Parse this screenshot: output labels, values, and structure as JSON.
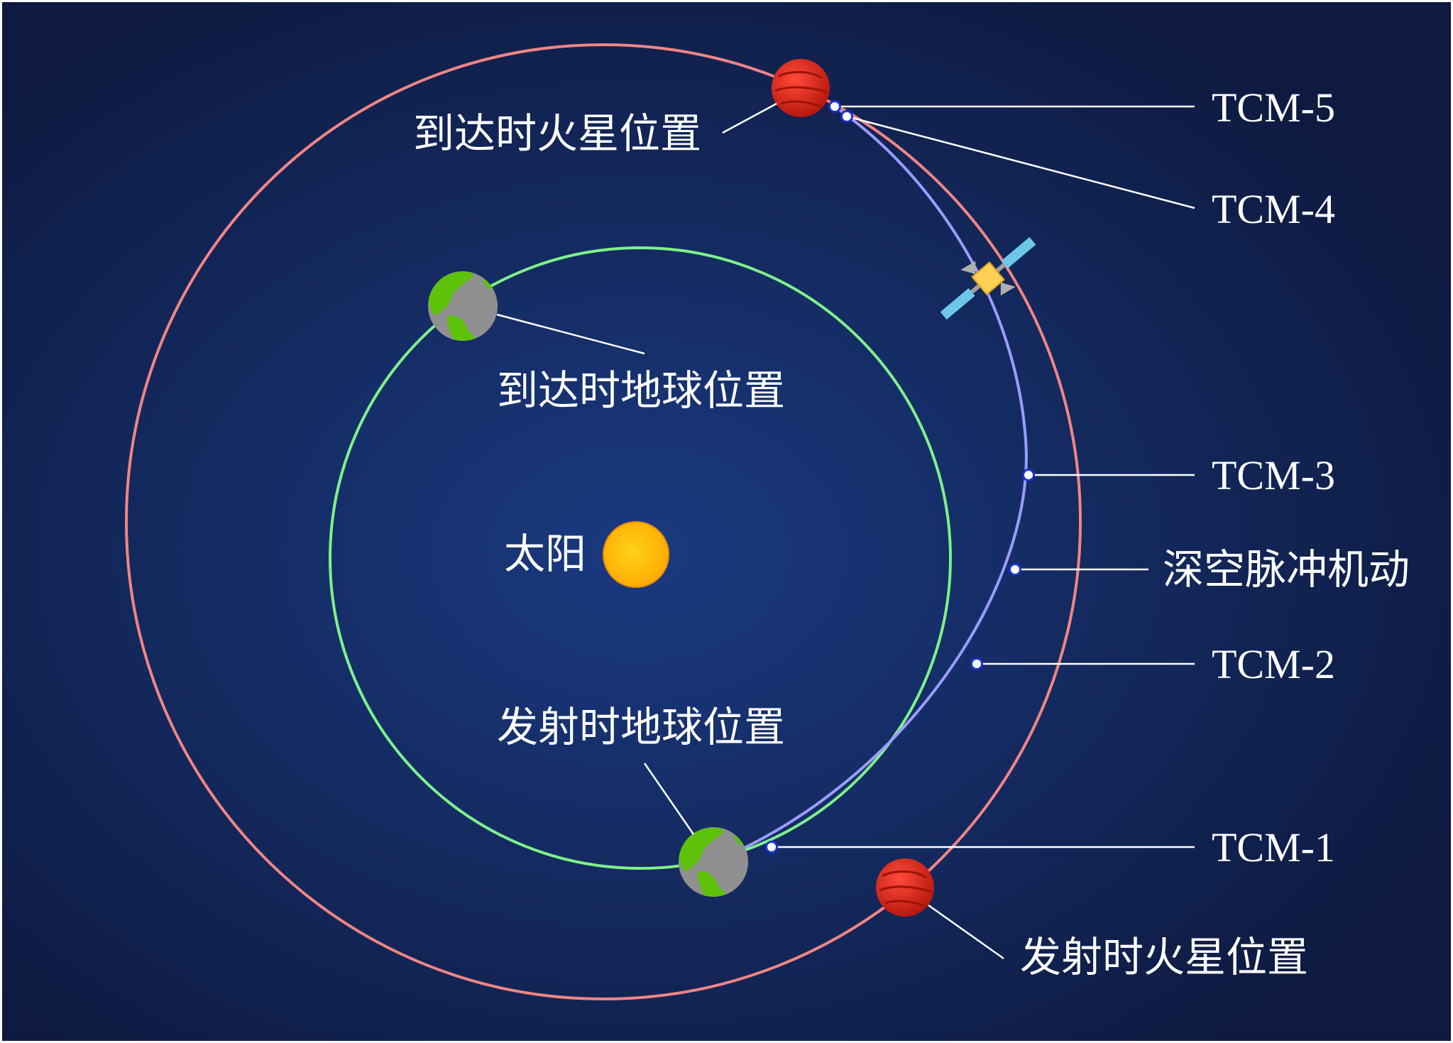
{
  "colors": {
    "background_center": "#1a3a80",
    "background_edge": "#0e1a40",
    "earth_orbit": "#7ff08a",
    "mars_orbit": "#f08585",
    "transfer_orbit": "#9a9cff",
    "sun": "#ffbe10",
    "mars": "#e52a1c",
    "earth_land": "#5ec20a",
    "earth_ocean": "#909090"
  },
  "labels": {
    "sun": "太阳",
    "earth_arrival": "到达时地球位置",
    "earth_launch": "发射时地球位置",
    "mars_arrival": "到达时火星位置",
    "mars_launch": "发射时火星位置",
    "dsm": "深空脉冲机动",
    "tcm1": "TCM-1",
    "tcm2": "TCM-2",
    "tcm3": "TCM-3",
    "tcm4": "TCM-4",
    "tcm5": "TCM-5"
  },
  "icons": {
    "sun": "sun-icon",
    "earth": "earth-icon",
    "mars": "mars-icon",
    "spacecraft": "satellite-icon"
  }
}
